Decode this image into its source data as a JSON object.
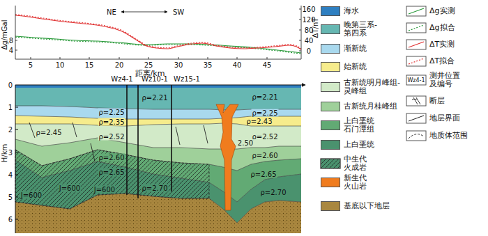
{
  "diagram": {
    "labels": [
      "NE",
      "SW",
      "Δg/mGal",
      "8",
      "4",
      "ΔT/nT",
      "160",
      "120",
      "80",
      "40",
      "0",
      "5",
      "10",
      "15",
      "20",
      "25",
      "30",
      "35",
      "40",
      "45",
      "距离/km",
      "H/km",
      "0",
      "1",
      "2",
      "3",
      "4",
      "5",
      "6",
      "Wz4-1",
      "Wz10-1",
      "Wz15-1",
      "ρ=2.21",
      "ρ=2.21",
      "ρ=2.25",
      "ρ=2.25",
      "ρ=2.35",
      "ρ=2.43",
      "ρ=2.45",
      "ρ=2.52",
      "ρ=2.52",
      "2.50",
      "ρ=2.60",
      "ρ=2.60",
      "ρ=2.65",
      "ρ=2.65",
      "ρ=2.70",
      "ρ=2.70",
      "J=600",
      "J=600",
      "J=600",
      "Wz4-1"
    ],
    "legend": [
      {
        "text": "海水",
        "color": "#2e7fc1"
      },
      {
        "text": "晚第三系-第四系",
        "color": "#66b7b2"
      },
      {
        "text": "渐新统",
        "color": "#a9d9ee"
      },
      {
        "text": "始新统",
        "color": "#f6ec8c"
      },
      {
        "text": "古新统明月峰组-灵峰组",
        "color": "#d2eac8"
      },
      {
        "text": "古新统月桂峰组",
        "color": "#9fd09a"
      },
      {
        "text": "上白垩统石门潭组",
        "color": "#62aa74"
      },
      {
        "text": "上白垩统",
        "color": "#4a926e"
      },
      {
        "text": "中生代火成岩"
      },
      {
        "text": "新生代火山岩",
        "color": "#f07c1e"
      },
      {
        "text": "基底以下地层",
        "color": "#a9873f"
      },
      {
        "text": "Δg实测"
      },
      {
        "text": "Δg拟合"
      },
      {
        "text": "ΔT实测"
      },
      {
        "text": "ΔT拟合"
      },
      {
        "text": "测井位置及编号"
      },
      {
        "text": "断层"
      },
      {
        "text": "地层界面"
      },
      {
        "text": "地质体范围"
      }
    ]
  }
}
